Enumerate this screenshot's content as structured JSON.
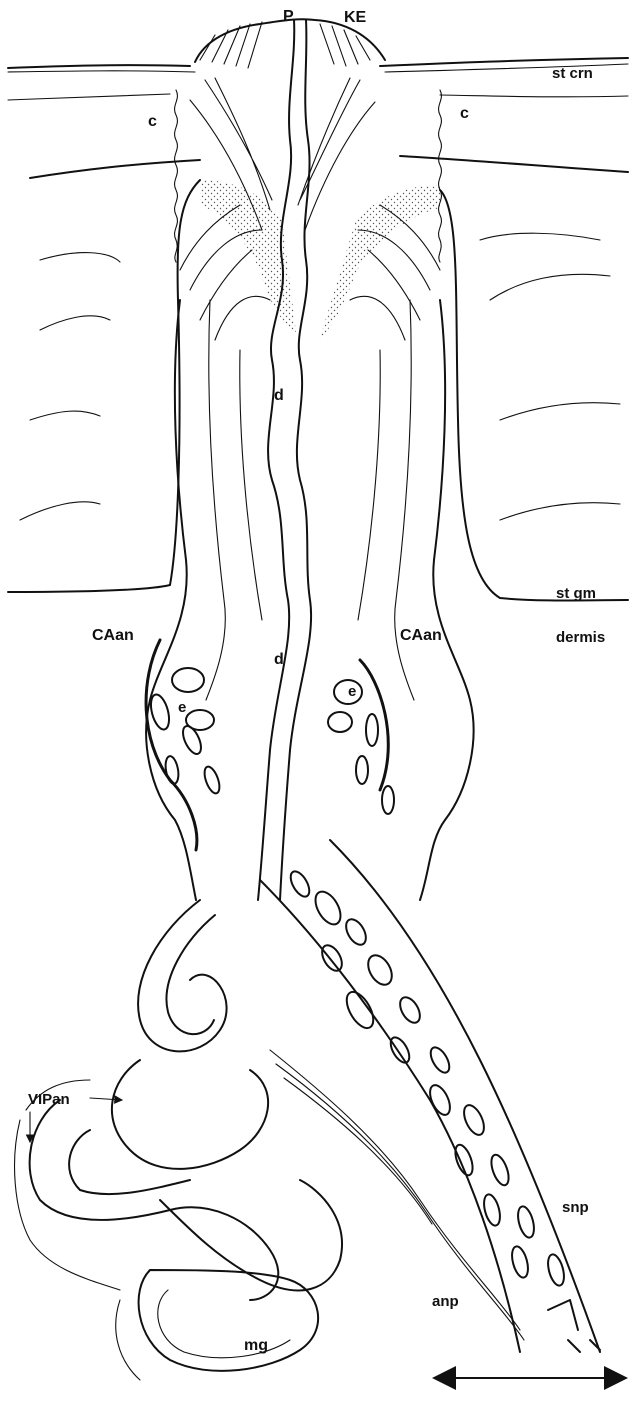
{
  "labels": {
    "P": "P",
    "KE": "KE",
    "stcrn": "st crn",
    "c_left": "c",
    "c_right": "c",
    "d_upper": "d",
    "d_lower": "d",
    "stgm": "st gm",
    "dermis": "dermis",
    "CAan_left": "CAan",
    "CAan_right": "CAan",
    "e_left": "e",
    "e_right": "e",
    "VIPan": "VIPan",
    "snp": "snp",
    "anp": "anp",
    "mg": "mg"
  },
  "colors": {
    "ink": "#111111",
    "background": "#ffffff"
  },
  "scale_bar": "double-headed arrow"
}
